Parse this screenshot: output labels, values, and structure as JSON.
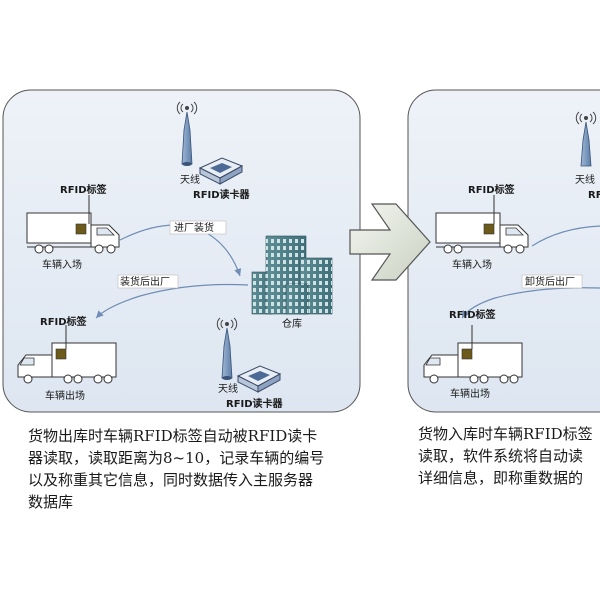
{
  "left_panel": {
    "antenna_top": "天线",
    "reader_top": "RFID读卡器",
    "tag_top": "RFID标签",
    "truck_in": "车辆入场",
    "enter_loading": "进厂装货",
    "exit_after_loading": "装货后出厂",
    "warehouse": "仓库",
    "tag_bottom": "RFID标签",
    "truck_out": "车辆出场",
    "antenna_bottom": "天线",
    "reader_bottom": "RFID读卡器",
    "caption_lines": [
      "货物出库时车辆RFID标签自动被RFID读卡",
      "器读取，读取距离为8~10，记录车辆的编号",
      "以及称重其它信息，同时数据传入主服务器",
      "数据库"
    ]
  },
  "right_panel": {
    "antenna": "天线",
    "reader_partial": "RF",
    "tag_top": "RFID标签",
    "truck_in": "车辆入场",
    "exit_after_unloading": "卸货后出厂",
    "tag_bottom": "RFID标签",
    "truck_out": "车辆出场",
    "caption_lines": [
      "货物入库时车辆RFID标签",
      "读取，软件系统将自动读",
      "详细信息，即称重数据的"
    ]
  }
}
